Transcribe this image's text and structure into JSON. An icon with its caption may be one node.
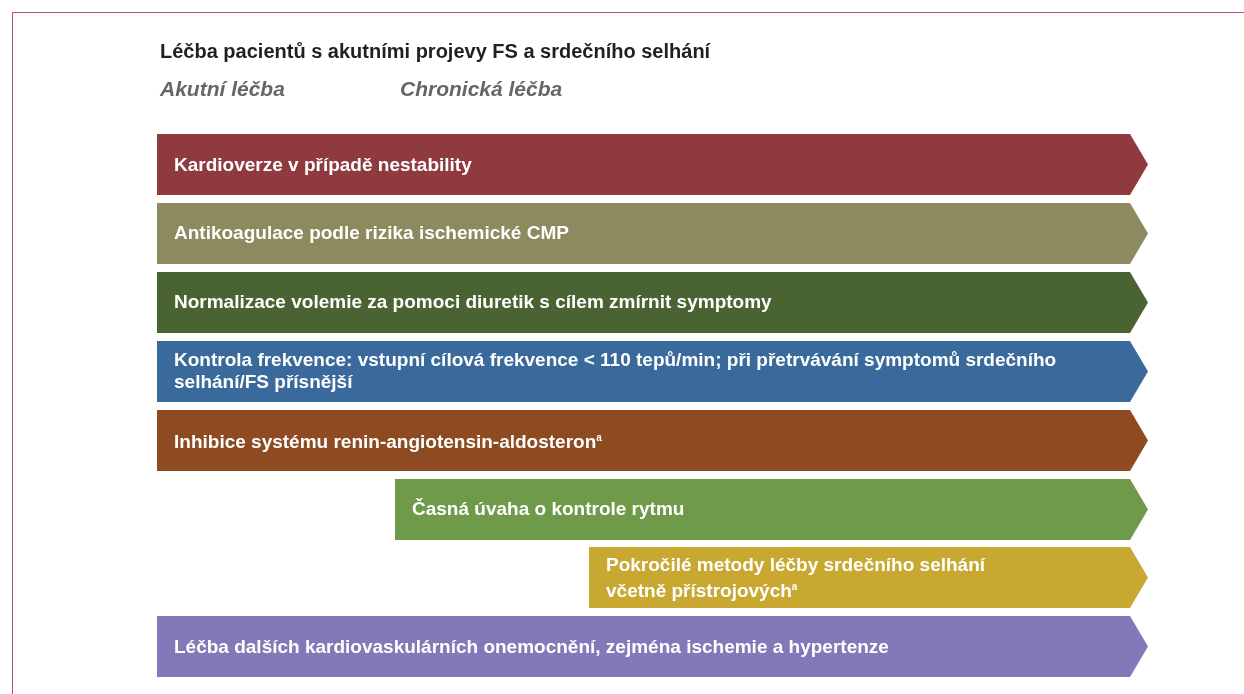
{
  "diagram": {
    "title": "Léčba pacientů s akutními projevy FS a srdečního selhání",
    "nodes": [
      {
        "text": [
          "Kardioverze v případě nestability"
        ]
      },
      {
        "text": [
          "Antikoagulace podle rizika ischemické CMP"
        ]
      },
      {
        "text": [
          "Normalizace volemie za pomoci diuretik s cílem zmírnit symptomy"
        ]
      },
      {
        "text": [
          "Kontrola frekvence: vstupní cílová frekvence < 110 tepů/min; při přetrvávání symptomů srdečního selhání/FS přísnější"
        ]
      },
      {
        "text": [
          "Inhibice systému renin-angiotensin-aldosteron$^{a}$"
        ]
      },
      {
        "text": [
          "Časná úvaha o kontrole rytmu"
        ]
      },
      {
        "text": [
          "Pokročilé metody léčby srdečního selhání včetně přístrojových$^{a}$"
        ]
      },
      {
        "text": [
          "Léčba dalších kardiovaskulárních onemocnění, zejména ischemie a hypertenze"
        ]
      }
    ],
    "edges": [],
    "labels": [
      "Akutní léčba",
      "Chronická léčba"
    ]
  }
}
